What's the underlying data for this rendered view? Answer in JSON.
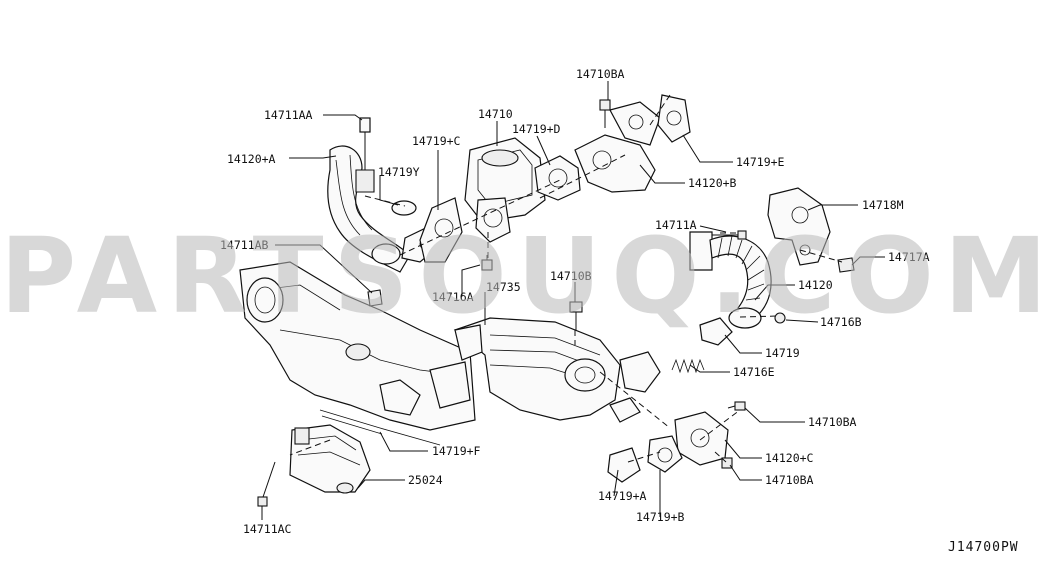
{
  "diagram_code": "J14700PW",
  "watermark": "PARTSOUQ.COM",
  "callouts": [
    "14711AA",
    "14120+A",
    "14719Y",
    "14710",
    "14719+C",
    "14719+D",
    "14710BA",
    "14719+E",
    "14120+B",
    "14718M",
    "14711A",
    "14717A",
    "14711AB",
    "14716A",
    "14710B",
    "14735",
    "14120",
    "14716B",
    "14719",
    "14716E",
    "14719+F",
    "14710BA",
    "14120+C",
    "25024",
    "14710BA",
    "14719+A",
    "14719+B",
    "14711AC"
  ]
}
